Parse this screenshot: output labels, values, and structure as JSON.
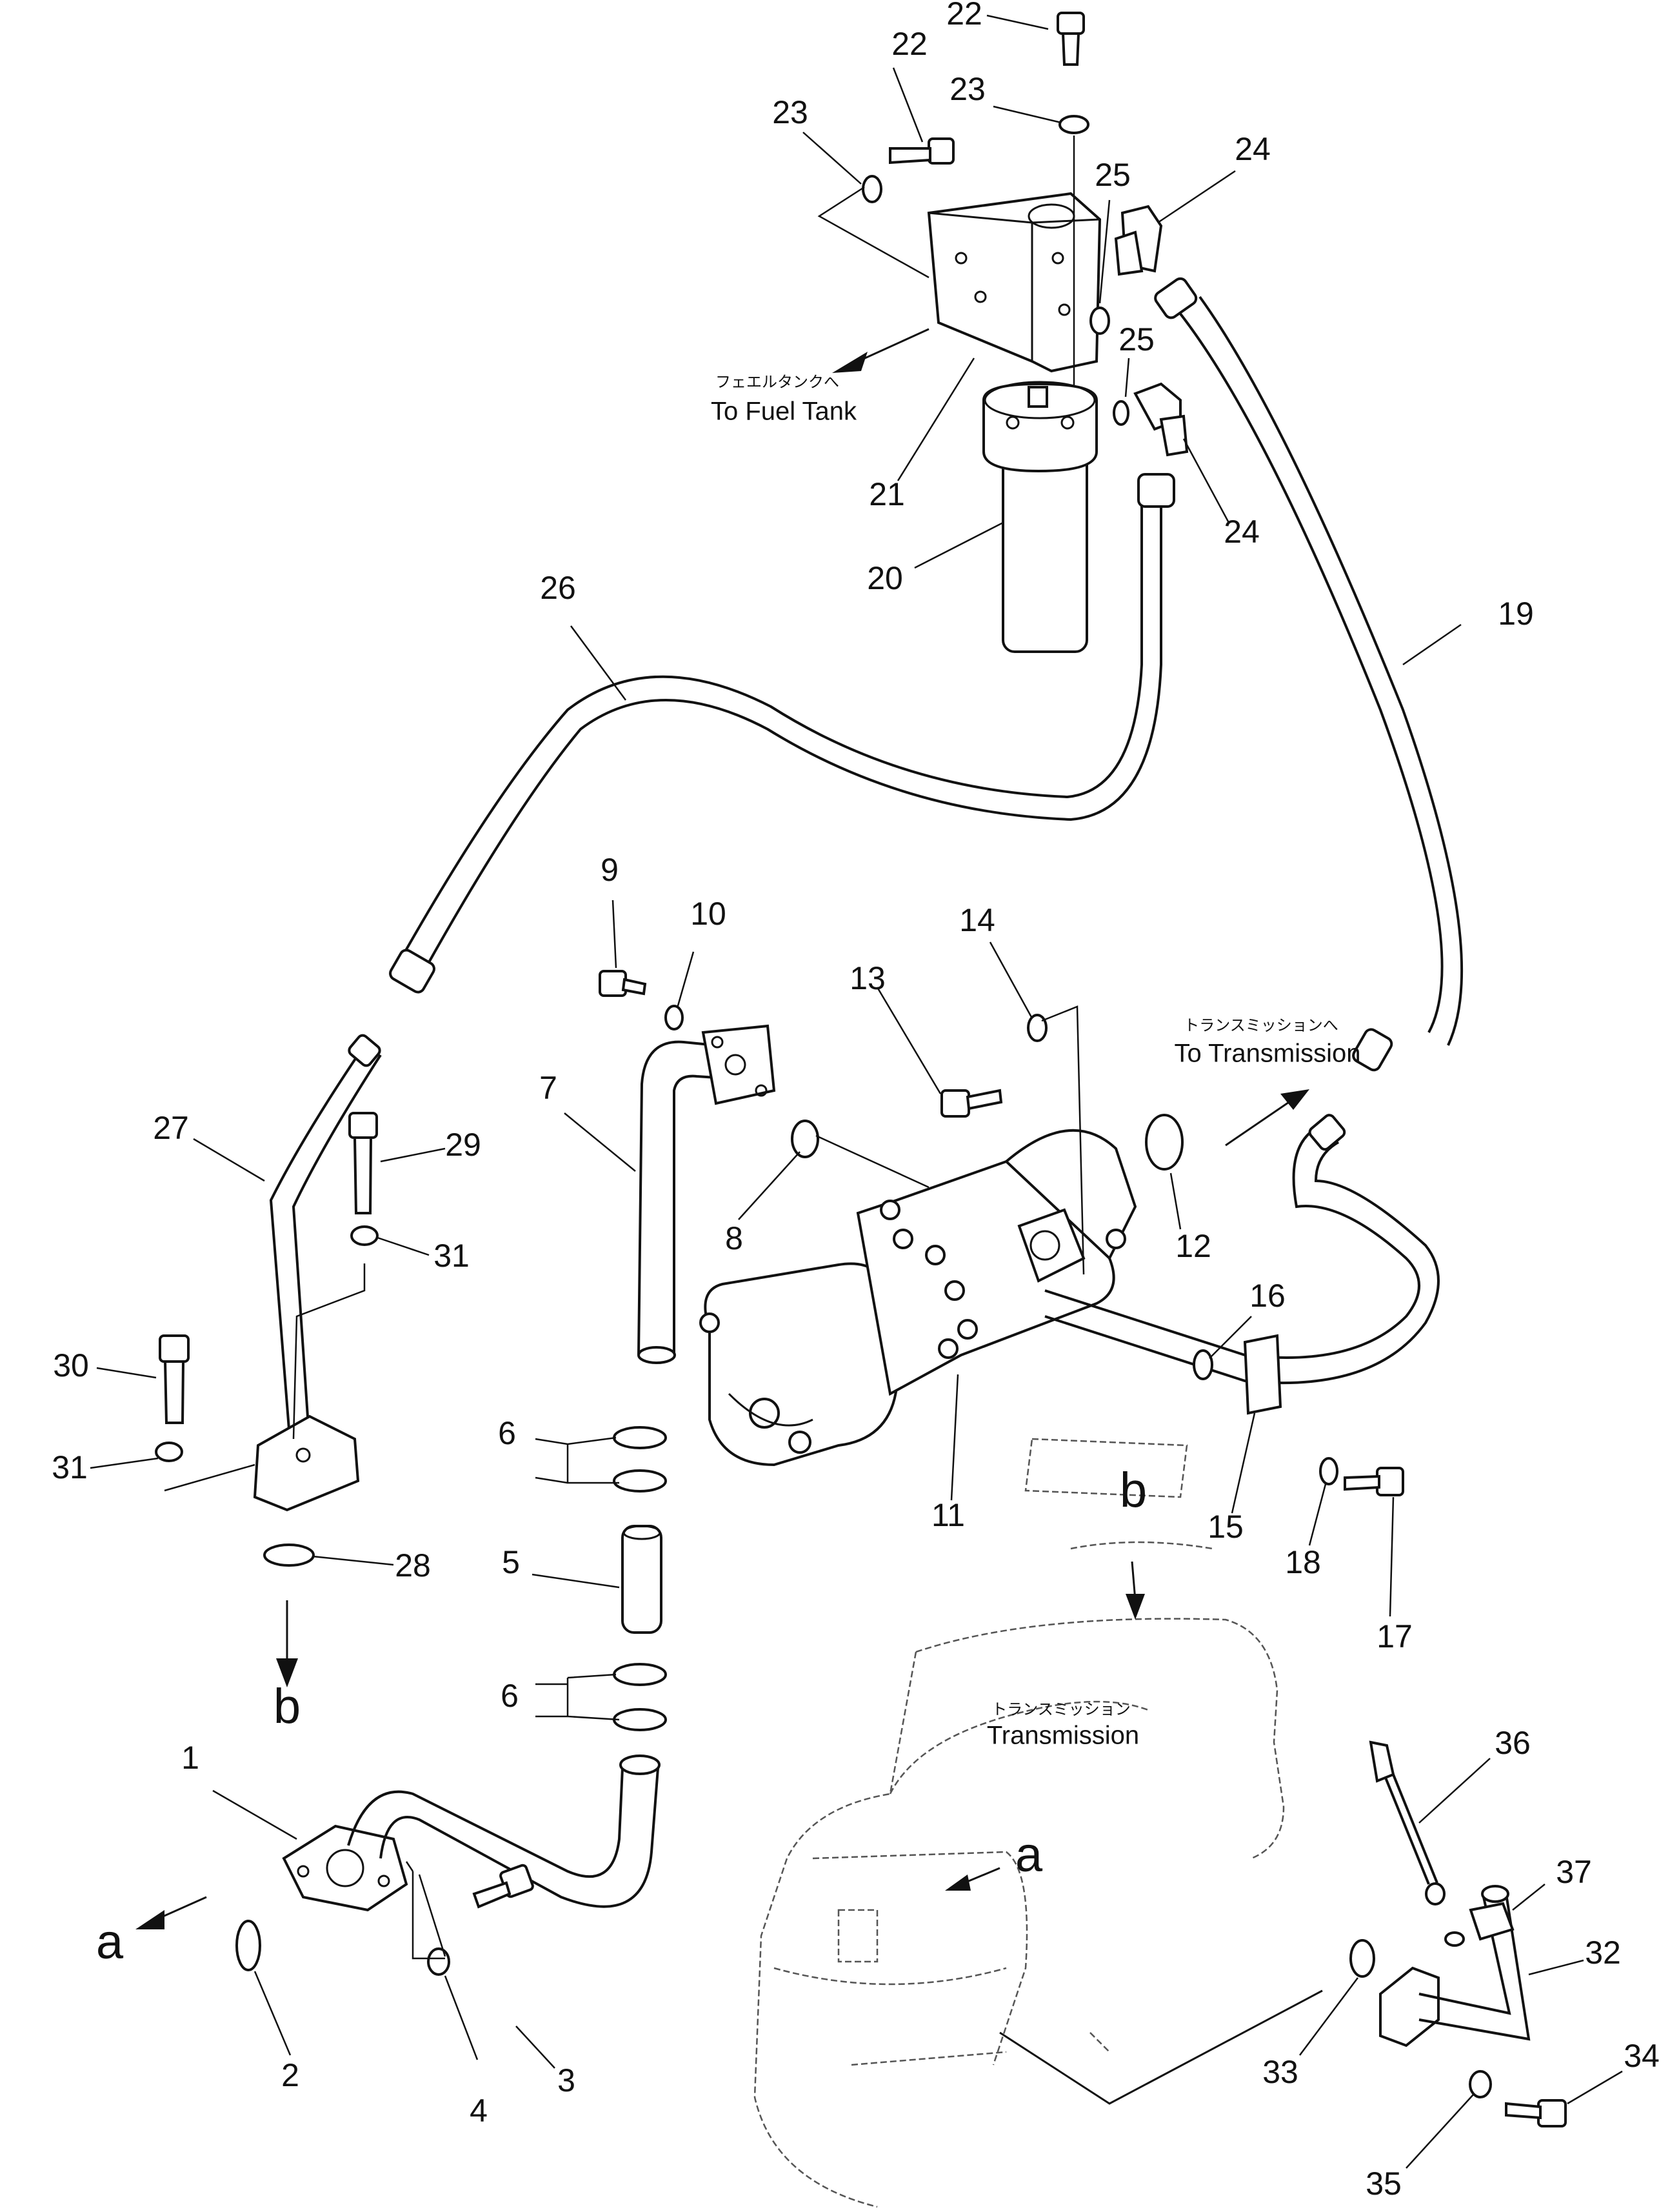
{
  "part_labels": [
    "1",
    "2",
    "3",
    "4",
    "5",
    "6",
    "6",
    "7",
    "8",
    "9",
    "10",
    "11",
    "12",
    "13",
    "14",
    "15",
    "16",
    "17",
    "18",
    "19",
    "20",
    "21",
    "22",
    "22",
    "23",
    "23",
    "24",
    "24",
    "25",
    "25",
    "26",
    "27",
    "28",
    "29",
    "30",
    "31",
    "31",
    "32",
    "33",
    "34",
    "35",
    "36",
    "37"
  ],
  "ref_letters": [
    "a",
    "a",
    "b",
    "b"
  ],
  "notes": {
    "fuel_tank_jp": "フェエルタンクへ",
    "fuel_tank_en": "To Fuel Tank",
    "to_transmission_jp": "トランスミッションへ",
    "to_transmission_en": "To Transmission",
    "transmission_jp": "トランスミッション",
    "transmission_en": "Transmission"
  }
}
